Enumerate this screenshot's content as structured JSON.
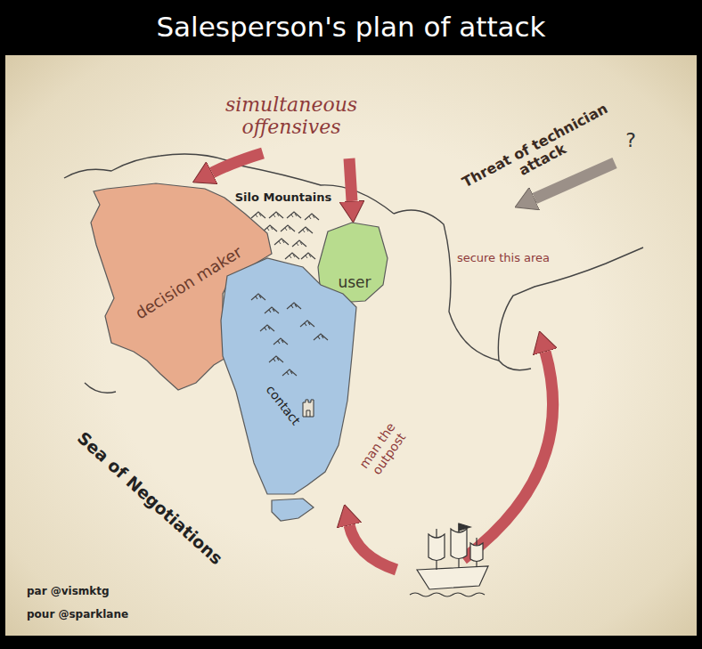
{
  "diagram": {
    "title": "Salesperson's plan of attack",
    "nodes": [
      {
        "text": [
          "decision maker"
        ]
      },
      {
        "text": [
          "user"
        ]
      },
      {
        "text": [
          "contact"
        ]
      }
    ],
    "labels": [
      "simultaneous offensives",
      "Silo Mountains",
      "Threat of technician attack",
      "?",
      "secure this area",
      "man the outpost",
      "Sea of Negotiations",
      "par @vismktg",
      "pour @sparklane"
    ]
  }
}
